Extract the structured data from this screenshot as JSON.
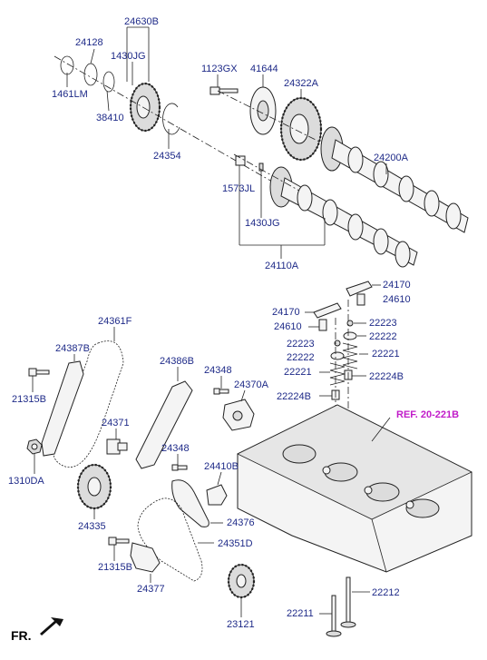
{
  "labels": {
    "p24630B": "24630B",
    "p24128": "24128",
    "p1430JG_top": "1430JG",
    "p1461LM": "1461LM",
    "p38410": "38410",
    "p24354": "24354",
    "p1123GX": "1123GX",
    "p41644": "41644",
    "p24322A": "24322A",
    "p24200A": "24200A",
    "p1573JL": "1573JL",
    "p1430JG_mid": "1430JG",
    "p24110A": "24110A",
    "p24170_right": "24170",
    "p24610_right": "24610",
    "p24170_left": "24170",
    "p24610_left": "24610",
    "p22223_right": "22223",
    "p22222_right": "22222",
    "p22223_left": "22223",
    "p22221_right": "22221",
    "p22222_left": "22222",
    "p22221_left": "22221",
    "p22224B_right": "22224B",
    "p22224B_left": "22224B",
    "p24361F": "24361F",
    "p24387B": "24387B",
    "p24386B": "24386B",
    "p24348_top": "24348",
    "p24370A": "24370A",
    "p21315B_top": "21315B",
    "p24371": "24371",
    "p1310DA": "1310DA",
    "p24348_mid": "24348",
    "p24410B": "24410B",
    "p24376": "24376",
    "p24335": "24335",
    "p24351D": "24351D",
    "p21315B_bot": "21315B",
    "p24377": "24377",
    "p23121": "23121",
    "p22212": "22212",
    "p22211": "22211"
  },
  "reference": "REF. 20-221B",
  "direction_label": "FR.",
  "colors": {
    "label": "#1e2a88",
    "reference": "#c11cc9",
    "line": "#222222"
  }
}
